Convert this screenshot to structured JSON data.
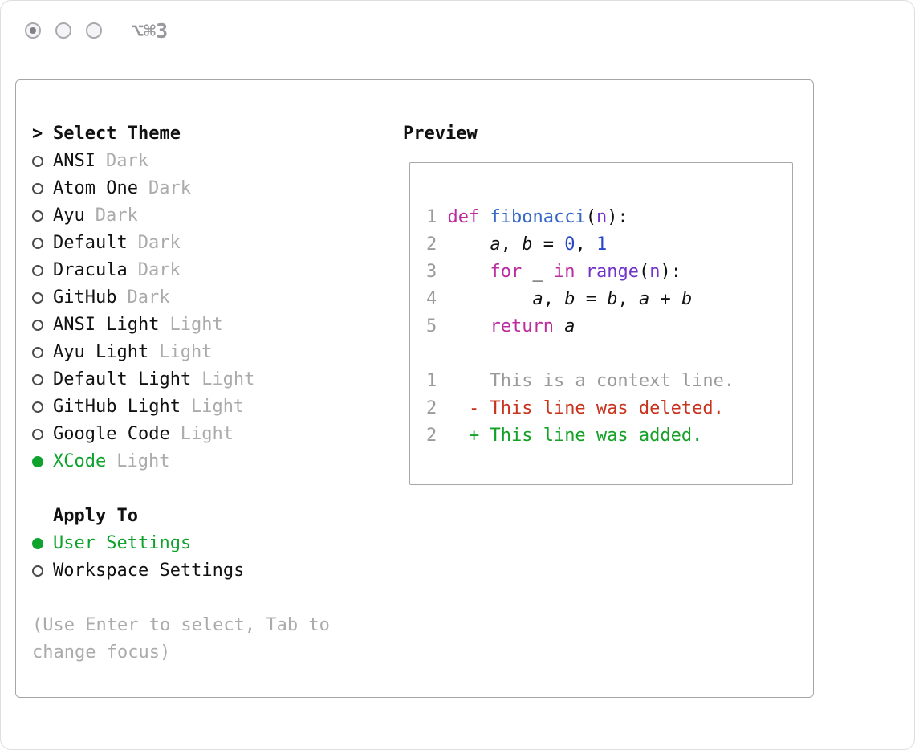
{
  "window": {
    "shortcut": "⌥⌘3"
  },
  "colors": {
    "accent-green": "#0FA32E",
    "added-green": "#15A127",
    "deleted-red": "#C8331E",
    "keyword": "#BC2C9F",
    "function": "#3567C6",
    "number": "#2946CB",
    "builtin": "#7233C8",
    "muted": "#ABABAB",
    "context": "#9B9B9B",
    "text": "#111111"
  },
  "panel": {
    "theme_selector": {
      "prompt": ">",
      "title": "Select Theme",
      "items": [
        {
          "name": "ANSI",
          "tag": "Dark",
          "selected": false
        },
        {
          "name": "Atom One",
          "tag": "Dark",
          "selected": false
        },
        {
          "name": "Ayu",
          "tag": "Dark",
          "selected": false
        },
        {
          "name": "Default",
          "tag": "Dark",
          "selected": false
        },
        {
          "name": "Dracula",
          "tag": "Dark",
          "selected": false
        },
        {
          "name": "GitHub",
          "tag": "Dark",
          "selected": false
        },
        {
          "name": "ANSI Light",
          "tag": "Light",
          "selected": false
        },
        {
          "name": "Ayu Light",
          "tag": "Light",
          "selected": false
        },
        {
          "name": "Default Light",
          "tag": "Light",
          "selected": false
        },
        {
          "name": "GitHub Light",
          "tag": "Light",
          "selected": false
        },
        {
          "name": "Google Code",
          "tag": "Light",
          "selected": false
        },
        {
          "name": "XCode",
          "tag": "Light",
          "selected": true
        }
      ]
    },
    "apply_to": {
      "title": "Apply To",
      "options": [
        {
          "label": "User Settings",
          "selected": true
        },
        {
          "label": "Workspace Settings",
          "selected": false
        }
      ]
    },
    "hint": "(Use Enter to select, Tab to change focus)",
    "preview": {
      "title": "Preview",
      "code_lines": [
        {
          "num": "1",
          "tokens": [
            {
              "text": "def",
              "style": "keyword"
            },
            {
              "text": " "
            },
            {
              "text": "fibonacci",
              "style": "function"
            },
            {
              "text": "("
            },
            {
              "text": "n",
              "style": "param"
            },
            {
              "text": "):"
            }
          ]
        },
        {
          "num": "2",
          "tokens": [
            {
              "text": "    "
            },
            {
              "text": "a",
              "style": "var"
            },
            {
              "text": ", "
            },
            {
              "text": "b",
              "style": "var"
            },
            {
              "text": " = "
            },
            {
              "text": "0",
              "style": "number"
            },
            {
              "text": ", "
            },
            {
              "text": "1",
              "style": "number"
            }
          ]
        },
        {
          "num": "3",
          "tokens": [
            {
              "text": "    "
            },
            {
              "text": "for",
              "style": "keyword"
            },
            {
              "text": " _ "
            },
            {
              "text": "in",
              "style": "keyword"
            },
            {
              "text": " "
            },
            {
              "text": "range",
              "style": "builtin"
            },
            {
              "text": "("
            },
            {
              "text": "n",
              "style": "param"
            },
            {
              "text": "):"
            }
          ]
        },
        {
          "num": "4",
          "tokens": [
            {
              "text": "        "
            },
            {
              "text": "a",
              "style": "var"
            },
            {
              "text": ", "
            },
            {
              "text": "b",
              "style": "var"
            },
            {
              "text": " = "
            },
            {
              "text": "b",
              "style": "var"
            },
            {
              "text": ", "
            },
            {
              "text": "a",
              "style": "var"
            },
            {
              "text": " + "
            },
            {
              "text": "b",
              "style": "var"
            }
          ]
        },
        {
          "num": "5",
          "tokens": [
            {
              "text": "    "
            },
            {
              "text": "return",
              "style": "keyword"
            },
            {
              "text": " "
            },
            {
              "text": "a",
              "style": "var"
            }
          ]
        }
      ],
      "diff_lines": [
        {
          "num": "1",
          "text": "     This is a context line.",
          "style": "context"
        },
        {
          "num": "2",
          "text": "   - This line was deleted.",
          "style": "deleted"
        },
        {
          "num": "2",
          "text": "   + This line was added.",
          "style": "added"
        }
      ]
    }
  }
}
